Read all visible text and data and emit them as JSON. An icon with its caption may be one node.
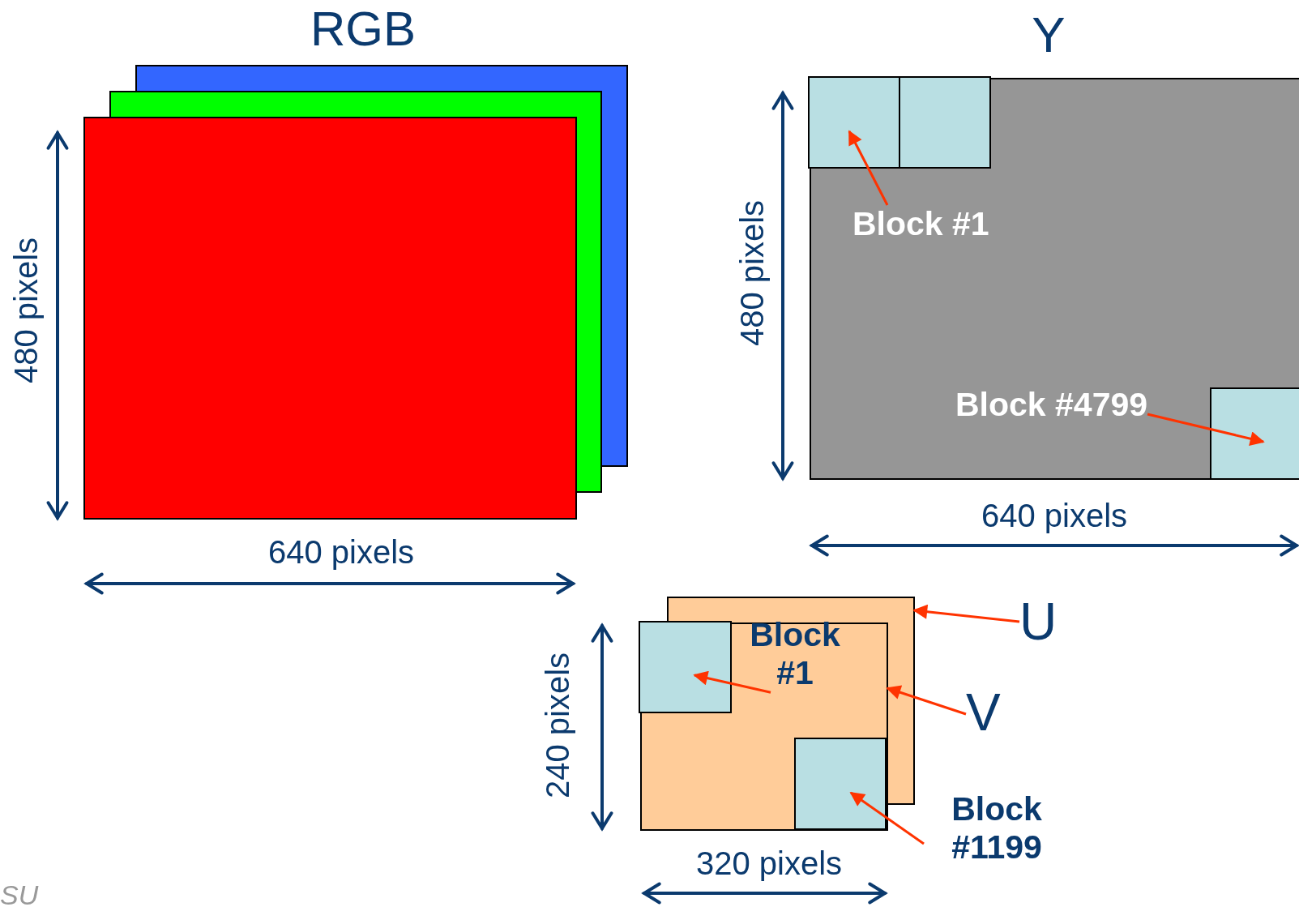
{
  "diagram": {
    "nodes": [
      {
        "text": [],
        "shape": "box"
      },
      {
        "text": [],
        "shape": "box"
      },
      {
        "text": [],
        "shape": "box"
      },
      {
        "text": [
          "Y"
        ]
      },
      {
        "text": [],
        "shape": "box",
        "in": 3
      },
      {
        "text": [],
        "shape": "box",
        "in": 3
      },
      {
        "text": [],
        "shape": "box",
        "in": 3
      },
      {
        "text": [
          "Block #1"
        ],
        "in": 3
      },
      {
        "text": [
          "Block #4799"
        ],
        "in": 3
      },
      {
        "text": [],
        "shape": "box"
      },
      {
        "text": [],
        "shape": "box"
      },
      {
        "text": [],
        "shape": "box",
        "in": 10
      },
      {
        "text": [],
        "shape": "box",
        "in": 10
      },
      {
        "text": [
          "U"
        ]
      },
      {
        "text": [
          "V"
        ]
      },
      {
        "text": [
          "Block #1"
        ]
      },
      {
        "text": [
          "Block #1199"
        ]
      }
    ],
    "edges": [
      {
        "from": 7,
        "to": 4,
        "arrow": "to"
      },
      {
        "from": 8,
        "to": 6,
        "arrow": "to"
      },
      {
        "from": 13,
        "to": 9,
        "arrow": "to"
      },
      {
        "from": 14,
        "to": 10,
        "arrow": "to"
      },
      {
        "from": 15,
        "to": 11,
        "arrow": "to"
      },
      {
        "from": 16,
        "to": 12,
        "arrow": "to"
      }
    ],
    "labels": [
      "RGB",
      "480 pixels",
      "640 pixels",
      "480 pixels",
      "640 pixels",
      "240 pixels",
      "320 pixels",
      "SU"
    ]
  }
}
